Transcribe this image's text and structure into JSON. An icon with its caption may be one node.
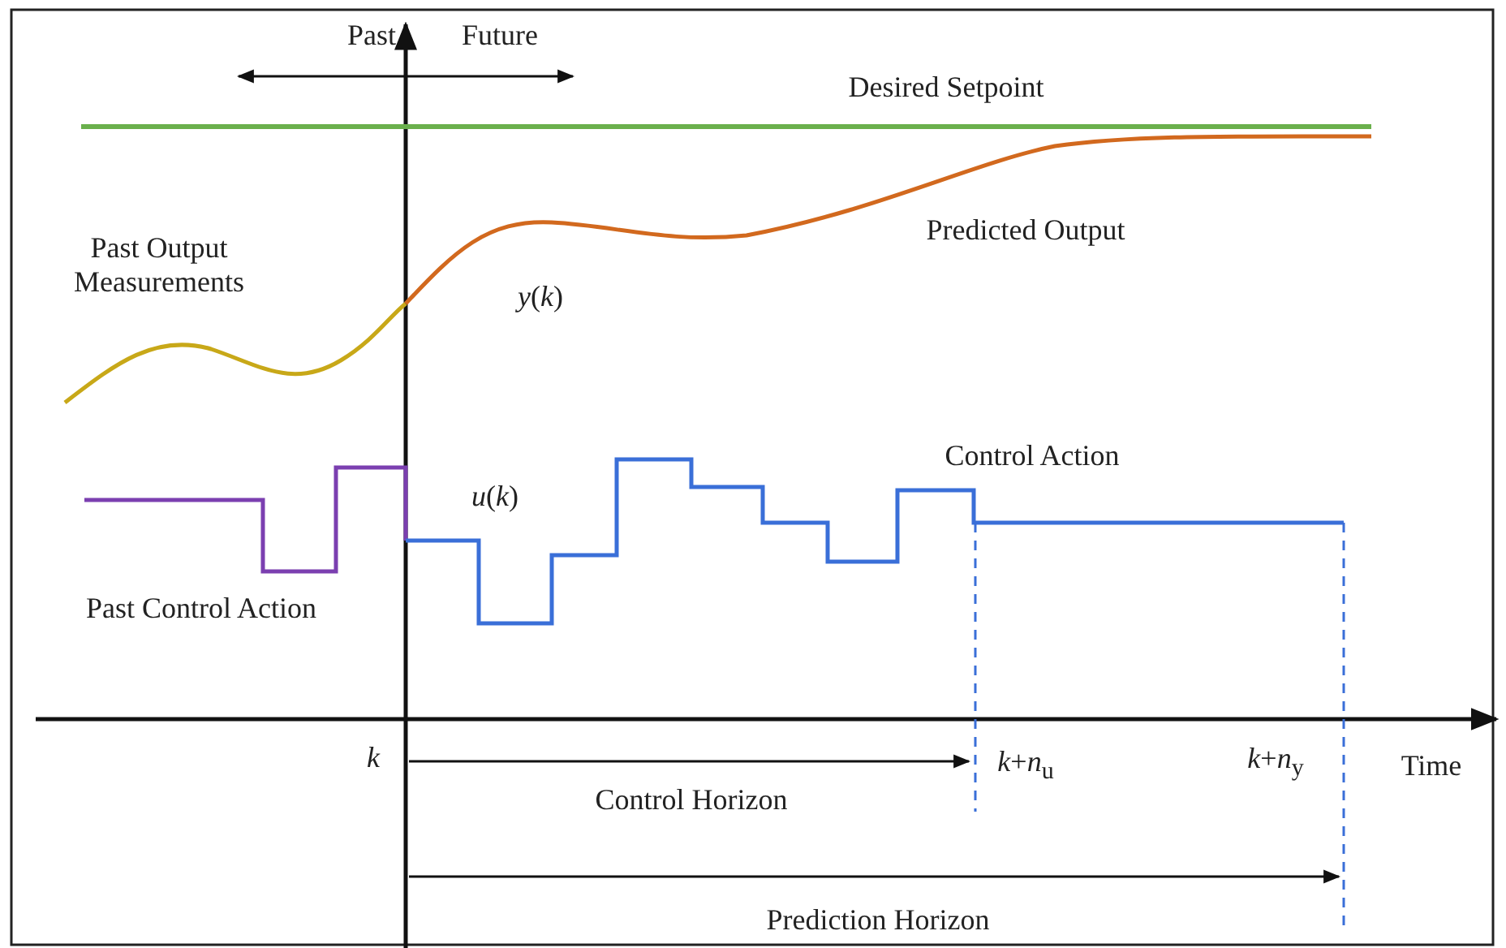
{
  "diagram": {
    "labels": [
      "Past",
      "Future",
      "Desired Setpoint",
      "Past Output Measurements",
      "Predicted Output",
      "*y*(*k*)",
      "Control Action",
      "*u*(*k*)",
      "Past Control Action",
      "*k*",
      "*k*+*n*$_{u}$",
      "*k*+*n*$_{y}$",
      "Time",
      "Control Horizon",
      "Prediction Horizon"
    ]
  }
}
